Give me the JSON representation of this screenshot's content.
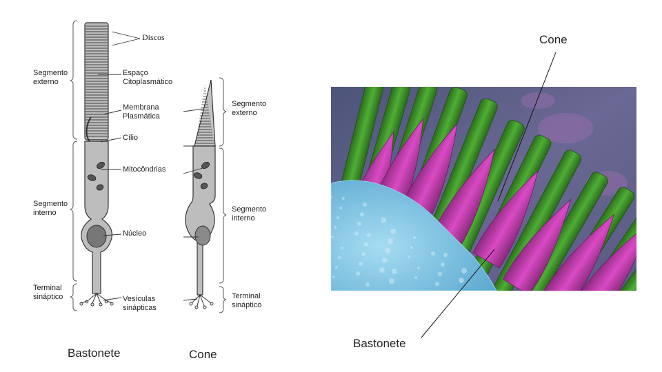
{
  "diagram": {
    "rod_labels": {
      "discos": "Discos",
      "espaco": "Espaço\nCitoplasmático",
      "membrana": "Membrana\nPlasmática",
      "cilio": "Cílio",
      "mitocondrias": "Mitocôndrias",
      "nucleo": "Núcleo",
      "vesiculas": "Vesículas\nsinápticas"
    },
    "rod_regions": {
      "externo": "Segmento\nexterno",
      "interno": "Segmento\ninterno",
      "terminal": "Terminal\nsináptico"
    },
    "cone_regions": {
      "externo": "Segmento\nexterno",
      "interno": "Segmento\ninterno",
      "terminal": "Terminal\nsináptico"
    },
    "caption_rod": "Bastonete",
    "caption_cone": "Cone"
  },
  "photo": {
    "label_cone": "Cone",
    "label_rod": "Bastonete",
    "colors": {
      "rods": "#3e9a2a",
      "cones": "#c93fb5",
      "epithelium": "#7fc6e6",
      "background": "#5a5f86"
    }
  }
}
